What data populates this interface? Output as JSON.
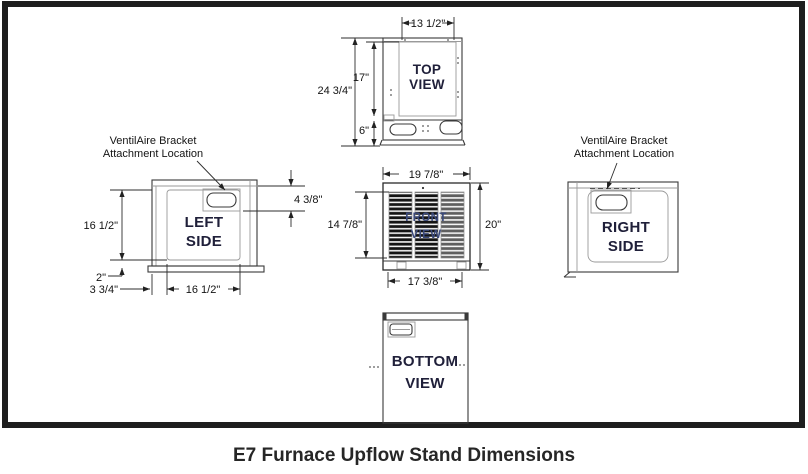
{
  "page": {
    "title": "E7 Furnace Upflow Stand Dimensions"
  },
  "colors": {
    "frame": "#1e1e1e",
    "line": "#3a3a3a",
    "light_line": "#9a9a9a",
    "view_label_text": "#20203a",
    "dim_text": "#141414",
    "front_label_text": "#3a497b",
    "louver_dark": "#141414",
    "louver_gray": "#5f5f5f",
    "title_text": "#262626"
  },
  "annotations": {
    "left_note_line1": "VentilAire Bracket",
    "left_note_line2": "Attachment Location",
    "right_note_line1": "VentilAire Bracket",
    "right_note_line2": "Attachment Location"
  },
  "views": {
    "top": {
      "label_line1": "TOP",
      "label_line2": "VIEW",
      "dims": {
        "inner_width": "13 1/2\"",
        "inner_height": "17\"",
        "overall_height": "24 3/4\"",
        "base_height": "6\""
      }
    },
    "left": {
      "label_line1": "LEFT",
      "label_line2": "SIDE",
      "dims": {
        "panel_height": "16 1/2\"",
        "bracket_drop": "4 3/8\"",
        "base_height": "2\"",
        "front_offset": "3 3/4\"",
        "panel_width": "16 1/2\""
      }
    },
    "front": {
      "label_line1": "FRONT",
      "label_line2": "VIEW",
      "dims": {
        "overall_width": "19 7/8\"",
        "louver_height": "14 7/8\"",
        "overall_height": "20\"",
        "base_width": "17 3/8\""
      }
    },
    "right": {
      "label_line1": "RIGHT",
      "label_line2": "SIDE"
    },
    "bottom": {
      "label_line1": "BOTTOM",
      "label_line2": "VIEW"
    }
  }
}
